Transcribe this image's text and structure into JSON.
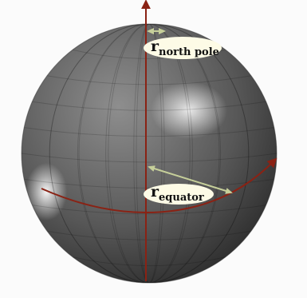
{
  "labels": {
    "north_pole_main": "r",
    "north_pole_sub": "north pole",
    "equator_main": "r",
    "equator_sub": "equator"
  },
  "colors": {
    "axis": "#8a2214",
    "radius_arrow": "#c6cf9a",
    "label_bg": "#fdfbe6",
    "sphere_light": "#e6e6e6",
    "sphere_dark": "#202020"
  }
}
